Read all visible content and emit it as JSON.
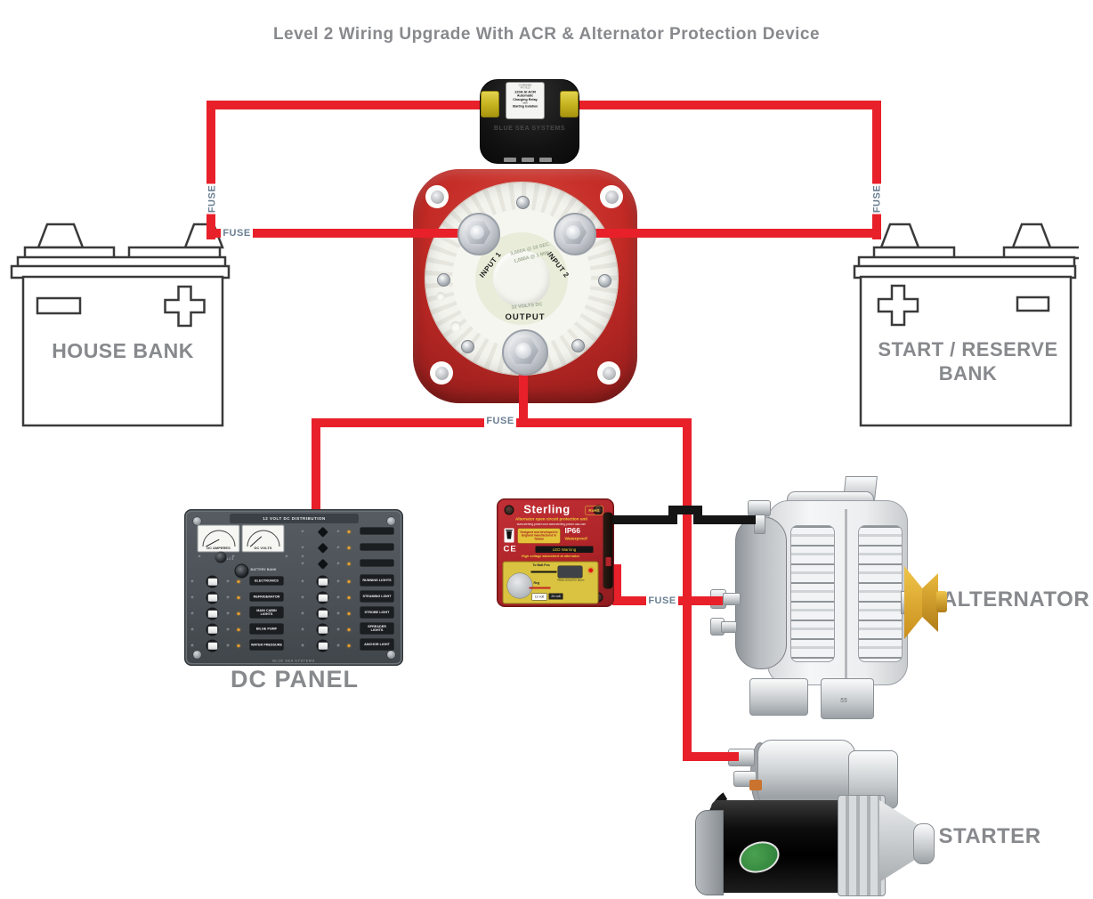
{
  "title": "Level 2 Wiring Upgrade With ACR & Alternator Protection Device",
  "labels": {
    "fuse": "FUSE",
    "house_bank": "HOUSE BANK",
    "start_reserve_line1": "START / RESERVE",
    "start_reserve_line2": "BANK",
    "dc_panel": "DC PANEL",
    "alternator": "ALTERNATOR",
    "starter": "STARTER"
  },
  "acr": {
    "label_lines": [
      "COMBINED",
      "PN 7610",
      "120A SI ACR",
      "Automatic",
      "Charging Relay",
      "with",
      "Starting Isolation"
    ],
    "brand": "BLUE SEA SYSTEMS"
  },
  "battery_switch": {
    "input1": "INPUT 1",
    "input2": "INPUT 2",
    "output": "OUTPUT",
    "rating1": "3,000A @ 10 SEC.",
    "rating2": "1,000A @ 1 MIN.",
    "voltage": "32 VOLTS DC"
  },
  "dc_panel": {
    "header": "12 VOLT DC DISTRIBUTION",
    "meter_left": "DC AMPERES",
    "meter_right": "DC VOLTS",
    "battery_bank": "BATTERY BANK",
    "bank_numbers": "1   2   3",
    "left_breakers": [
      "ELECTRONICS",
      "REFRIGERATOR",
      "MAIN CABIN LIGHTS",
      "BILGE PUMP",
      "WATER PRESSURE"
    ],
    "right_breakers": [
      "RUNNING LIGHTS",
      "STEAMING LIGHT",
      "STROBE LIGHT",
      "SPREADER LIGHTS",
      "ANCHOR LIGHT"
    ],
    "brand": "BLUE SEA SYSTEMS"
  },
  "sterling": {
    "brand": "Sterling",
    "rohs": "RoHS",
    "subtitle": "Alternator open circuit protection unit",
    "urls": "www.sterling-power.com   www.sterling-power-usa.com",
    "origin": "Designed and developed in England manufactured in Taiwan",
    "ip_rating": "IP66",
    "waterproof": "Waterproof",
    "ce": "CE",
    "led_warning": "LED Warning",
    "alarm": "High voltage alarm/alert at alternator",
    "to_batt": "To Batt Pos",
    "reg": "Reg",
    "relay_note": "Relay closed for alarm",
    "volt12": "12 volt",
    "volt24": "24 volt"
  },
  "alternator": {
    "foot_mark": "55"
  },
  "colors": {
    "wire_red": "#e8202a",
    "wire_black": "#151515",
    "caption_gray": "#87898c",
    "fuse_text": "#6b7f93",
    "acr_yellow": "#d4c22c",
    "switch_red": "#c32b26",
    "sterling_red": "#ad2428",
    "panel_dark": "#4a5055",
    "pulley_gold": "#d9a62a"
  }
}
